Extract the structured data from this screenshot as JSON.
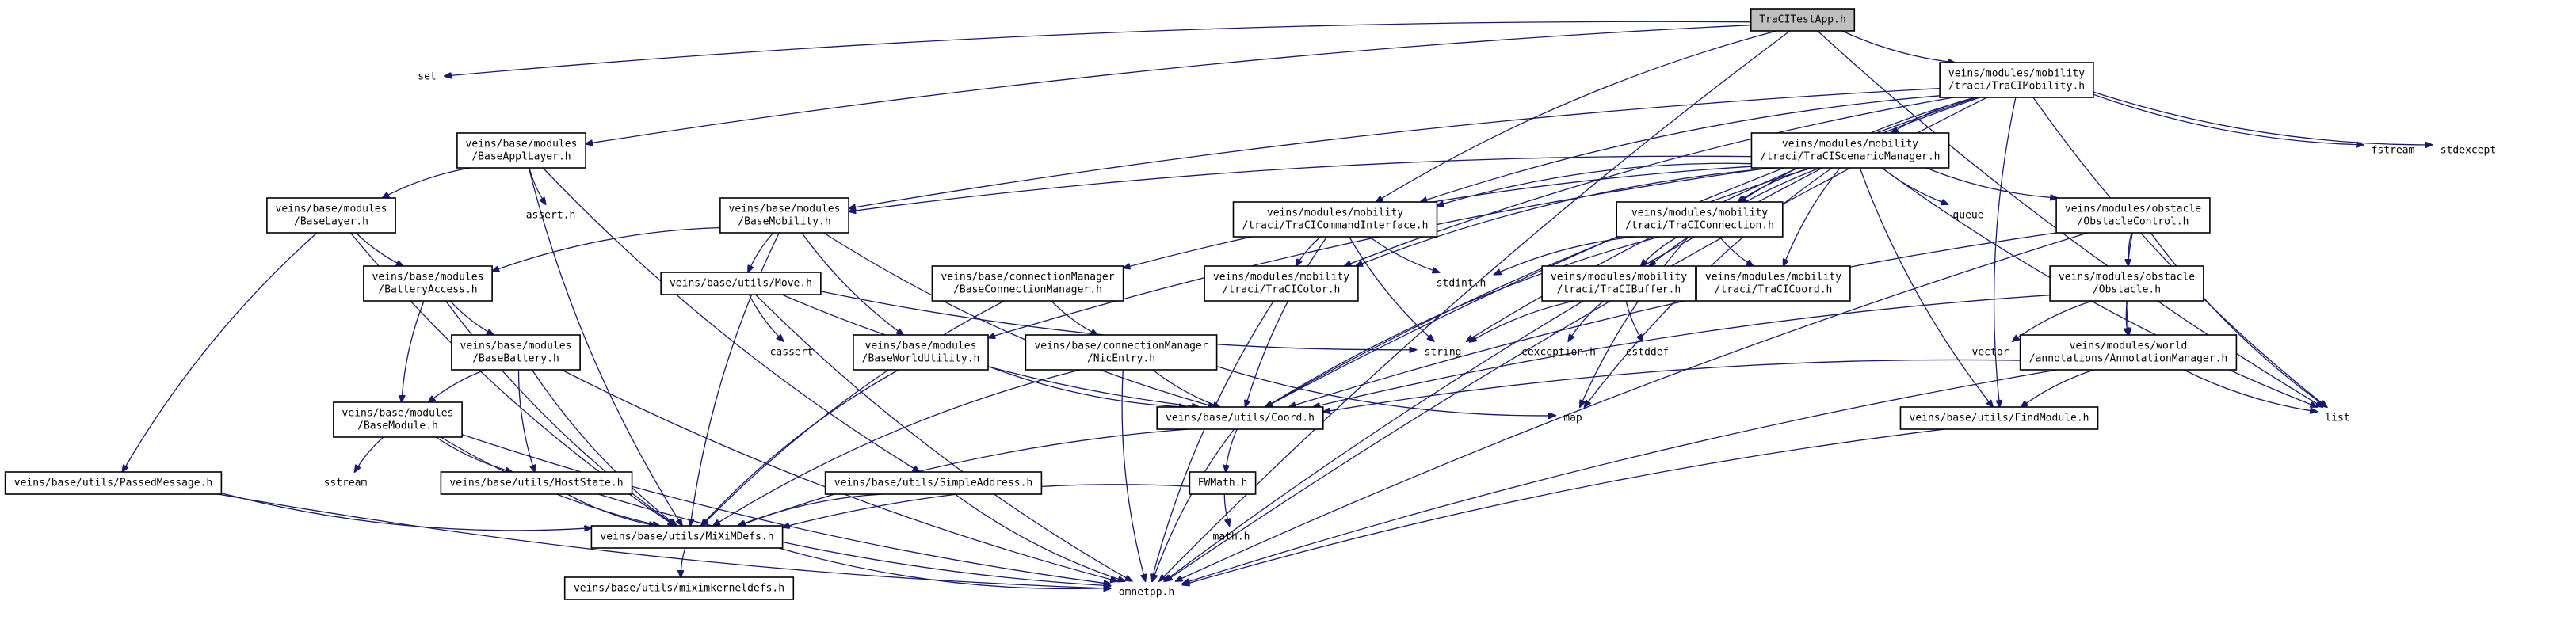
{
  "graph": {
    "nodes": [
      {
        "id": "n0",
        "lines": [
          "TraCITestApp.h"
        ],
        "style": "root"
      },
      {
        "id": "n1",
        "lines": [
          "set"
        ],
        "style": "plain"
      },
      {
        "id": "n2",
        "lines": [
          "veins/modules/mobility",
          "/traci/TraCIMobility.h"
        ],
        "style": "box"
      },
      {
        "id": "n3",
        "lines": [
          "veins/base/modules",
          "/BaseApplLayer.h"
        ],
        "style": "box"
      },
      {
        "id": "n4",
        "lines": [
          "veins/modules/mobility",
          "/traci/TraCIScenarioManager.h"
        ],
        "style": "box"
      },
      {
        "id": "n5",
        "lines": [
          "fstream"
        ],
        "style": "plain"
      },
      {
        "id": "n6",
        "lines": [
          "stdexcept"
        ],
        "style": "plain"
      },
      {
        "id": "n7",
        "lines": [
          "veins/base/modules",
          "/BaseLayer.h"
        ],
        "style": "box"
      },
      {
        "id": "n8",
        "lines": [
          "assert.h"
        ],
        "style": "plain"
      },
      {
        "id": "n9",
        "lines": [
          "veins/base/modules",
          "/BaseMobility.h"
        ],
        "style": "box"
      },
      {
        "id": "n10",
        "lines": [
          "veins/modules/mobility",
          "/traci/TraCICommandInterface.h"
        ],
        "style": "box"
      },
      {
        "id": "n11",
        "lines": [
          "veins/modules/mobility",
          "/traci/TraCIConnection.h"
        ],
        "style": "box"
      },
      {
        "id": "n12",
        "lines": [
          "queue"
        ],
        "style": "plain"
      },
      {
        "id": "n13",
        "lines": [
          "veins/modules/obstacle",
          "/ObstacleControl.h"
        ],
        "style": "box"
      },
      {
        "id": "n14",
        "lines": [
          "veins/base/modules",
          "/BatteryAccess.h"
        ],
        "style": "box"
      },
      {
        "id": "n15",
        "lines": [
          "veins/base/utils/Move.h"
        ],
        "style": "box"
      },
      {
        "id": "n16",
        "lines": [
          "veins/base/connectionManager",
          "/BaseConnectionManager.h"
        ],
        "style": "box"
      },
      {
        "id": "n17",
        "lines": [
          "veins/modules/mobility",
          "/traci/TraCIColor.h"
        ],
        "style": "box"
      },
      {
        "id": "n18",
        "lines": [
          "stdint.h"
        ],
        "style": "plain"
      },
      {
        "id": "n19",
        "lines": [
          "veins/modules/mobility",
          "/traci/TraCIBuffer.h"
        ],
        "style": "box"
      },
      {
        "id": "n20",
        "lines": [
          "veins/modules/mobility",
          "/traci/TraCICoord.h"
        ],
        "style": "box"
      },
      {
        "id": "n21",
        "lines": [
          "veins/modules/obstacle",
          "/Obstacle.h"
        ],
        "style": "box"
      },
      {
        "id": "n22",
        "lines": [
          "veins/base/modules",
          "/BaseBattery.h"
        ],
        "style": "box"
      },
      {
        "id": "n23",
        "lines": [
          "cassert"
        ],
        "style": "plain"
      },
      {
        "id": "n24",
        "lines": [
          "veins/base/modules",
          "/BaseWorldUtility.h"
        ],
        "style": "box"
      },
      {
        "id": "n25",
        "lines": [
          "veins/base/connectionManager",
          "/NicEntry.h"
        ],
        "style": "box"
      },
      {
        "id": "n26",
        "lines": [
          "string"
        ],
        "style": "plain"
      },
      {
        "id": "n27",
        "lines": [
          "cexception.h"
        ],
        "style": "plain"
      },
      {
        "id": "n28",
        "lines": [
          "cstddef"
        ],
        "style": "plain"
      },
      {
        "id": "n29",
        "lines": [
          "vector"
        ],
        "style": "plain"
      },
      {
        "id": "n30",
        "lines": [
          "veins/modules/world",
          "/annotations/AnnotationManager.h"
        ],
        "style": "box"
      },
      {
        "id": "n31",
        "lines": [
          "veins/base/modules",
          "/BaseModule.h"
        ],
        "style": "box"
      },
      {
        "id": "n32",
        "lines": [
          "veins/base/utils/Coord.h"
        ],
        "style": "box"
      },
      {
        "id": "n33",
        "lines": [
          "map"
        ],
        "style": "plain"
      },
      {
        "id": "n34",
        "lines": [
          "veins/base/utils/FindModule.h"
        ],
        "style": "box"
      },
      {
        "id": "n35",
        "lines": [
          "list"
        ],
        "style": "plain"
      },
      {
        "id": "n36",
        "lines": [
          "sstream"
        ],
        "style": "plain"
      },
      {
        "id": "n37",
        "lines": [
          "veins/base/utils/HostState.h"
        ],
        "style": "box"
      },
      {
        "id": "n38",
        "lines": [
          "veins/base/utils/PassedMessage.h"
        ],
        "style": "box"
      },
      {
        "id": "n39",
        "lines": [
          "veins/base/utils/SimpleAddress.h"
        ],
        "style": "box"
      },
      {
        "id": "n40",
        "lines": [
          "FWMath.h"
        ],
        "style": "box"
      },
      {
        "id": "n41",
        "lines": [
          "math.h"
        ],
        "style": "plain"
      },
      {
        "id": "n42",
        "lines": [
          "veins/base/utils/MiXiMDefs.h"
        ],
        "style": "box"
      },
      {
        "id": "n43",
        "lines": [
          "veins/base/utils/miximkerneldefs.h"
        ],
        "style": "box"
      },
      {
        "id": "n44",
        "lines": [
          "omnetpp.h"
        ],
        "style": "plain"
      }
    ],
    "edges": [
      [
        "n0",
        "n1"
      ],
      [
        "n0",
        "n2"
      ],
      [
        "n0",
        "n3"
      ],
      [
        "n0",
        "n10"
      ],
      [
        "n0",
        "n44"
      ],
      [
        "n0",
        "n35"
      ],
      [
        "n2",
        "n4"
      ],
      [
        "n2",
        "n9"
      ],
      [
        "n2",
        "n10"
      ],
      [
        "n2",
        "n5"
      ],
      [
        "n2",
        "n6"
      ],
      [
        "n2",
        "n26"
      ],
      [
        "n2",
        "n34"
      ],
      [
        "n2",
        "n35"
      ],
      [
        "n2",
        "n44"
      ],
      [
        "n2",
        "n11"
      ],
      [
        "n2",
        "n17"
      ],
      [
        "n2",
        "n32"
      ],
      [
        "n3",
        "n7"
      ],
      [
        "n3",
        "n8"
      ],
      [
        "n3",
        "n39"
      ],
      [
        "n3",
        "n42"
      ],
      [
        "n4",
        "n9"
      ],
      [
        "n4",
        "n10"
      ],
      [
        "n4",
        "n11"
      ],
      [
        "n4",
        "n12"
      ],
      [
        "n4",
        "n13"
      ],
      [
        "n4",
        "n16"
      ],
      [
        "n4",
        "n19"
      ],
      [
        "n4",
        "n20"
      ],
      [
        "n4",
        "n24"
      ],
      [
        "n4",
        "n33"
      ],
      [
        "n4",
        "n34"
      ],
      [
        "n4",
        "n35"
      ],
      [
        "n4",
        "n44"
      ],
      [
        "n4",
        "n17"
      ],
      [
        "n4",
        "n32"
      ],
      [
        "n7",
        "n14"
      ],
      [
        "n7",
        "n38"
      ],
      [
        "n7",
        "n42"
      ],
      [
        "n9",
        "n14"
      ],
      [
        "n9",
        "n15"
      ],
      [
        "n9",
        "n24"
      ],
      [
        "n9",
        "n32"
      ],
      [
        "n9",
        "n42"
      ],
      [
        "n10",
        "n17"
      ],
      [
        "n10",
        "n18"
      ],
      [
        "n10",
        "n26"
      ],
      [
        "n10",
        "n32"
      ],
      [
        "n11",
        "n18"
      ],
      [
        "n11",
        "n19"
      ],
      [
        "n11",
        "n20"
      ],
      [
        "n11",
        "n32"
      ],
      [
        "n11",
        "n33"
      ],
      [
        "n13",
        "n21"
      ],
      [
        "n13",
        "n30"
      ],
      [
        "n13",
        "n32"
      ],
      [
        "n13",
        "n35"
      ],
      [
        "n13",
        "n44"
      ],
      [
        "n14",
        "n22"
      ],
      [
        "n14",
        "n31"
      ],
      [
        "n14",
        "n42"
      ],
      [
        "n15",
        "n23"
      ],
      [
        "n15",
        "n26"
      ],
      [
        "n15",
        "n32"
      ],
      [
        "n15",
        "n44"
      ],
      [
        "n16",
        "n25"
      ],
      [
        "n16",
        "n42"
      ],
      [
        "n17",
        "n44"
      ],
      [
        "n19",
        "n26"
      ],
      [
        "n19",
        "n27"
      ],
      [
        "n19",
        "n28"
      ],
      [
        "n21",
        "n29"
      ],
      [
        "n21",
        "n30"
      ],
      [
        "n21",
        "n32"
      ],
      [
        "n22",
        "n31"
      ],
      [
        "n22",
        "n37"
      ],
      [
        "n22",
        "n42"
      ],
      [
        "n22",
        "n44"
      ],
      [
        "n24",
        "n32"
      ],
      [
        "n24",
        "n42"
      ],
      [
        "n25",
        "n32"
      ],
      [
        "n25",
        "n33"
      ],
      [
        "n25",
        "n42"
      ],
      [
        "n25",
        "n44"
      ],
      [
        "n30",
        "n32"
      ],
      [
        "n30",
        "n34"
      ],
      [
        "n30",
        "n35"
      ],
      [
        "n30",
        "n44"
      ],
      [
        "n31",
        "n36"
      ],
      [
        "n31",
        "n37"
      ],
      [
        "n31",
        "n42"
      ],
      [
        "n31",
        "n44"
      ],
      [
        "n32",
        "n40"
      ],
      [
        "n32",
        "n42"
      ],
      [
        "n32",
        "n44"
      ],
      [
        "n34",
        "n44"
      ],
      [
        "n37",
        "n42"
      ],
      [
        "n37",
        "n44"
      ],
      [
        "n38",
        "n42"
      ],
      [
        "n38",
        "n44"
      ],
      [
        "n39",
        "n42"
      ],
      [
        "n39",
        "n44"
      ],
      [
        "n40",
        "n41"
      ],
      [
        "n40",
        "n42"
      ],
      [
        "n42",
        "n43"
      ],
      [
        "n42",
        "n44"
      ]
    ]
  },
  "colors": {
    "edge": "#191970",
    "root_fill": "#bfbfbf",
    "node_fill": "#ffffff",
    "node_border": "#000000",
    "background": "#ffffff"
  }
}
